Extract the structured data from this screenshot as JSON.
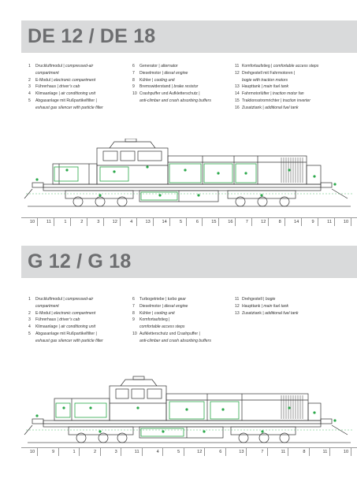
{
  "sections": [
    {
      "title": "DE 12 / DE 18",
      "legend": [
        [
          {
            "n": "1",
            "de": "Druckluftmodul | ",
            "en": "compressed-air"
          },
          {
            "n": "",
            "de": "",
            "en": "compartment"
          },
          {
            "n": "2",
            "de": "E-Modul | ",
            "en": "electronic compartment"
          },
          {
            "n": "3",
            "de": "Führerhaus | ",
            "en": "driver’s cab"
          },
          {
            "n": "4",
            "de": "Klimaanlage | ",
            "en": "air conditioning unit"
          },
          {
            "n": "5",
            "de": "Abgasanlage mit Rußpartikelfilter |",
            "en": ""
          },
          {
            "n": "",
            "de": "",
            "en": "exhaust gas silencer with particle filter"
          }
        ],
        [
          {
            "n": "6",
            "de": "Generator | ",
            "en": "alternator"
          },
          {
            "n": "7",
            "de": "Dieselmotor | ",
            "en": "diesel engine"
          },
          {
            "n": "8",
            "de": "Kühler | ",
            "en": "cooling unit"
          },
          {
            "n": "9",
            "de": "Bremswiderstand | ",
            "en": "brake resistor"
          },
          {
            "n": "10",
            "de": "Crashpuffer und Aufkletterschutz |",
            "en": ""
          },
          {
            "n": "",
            "de": "",
            "en": "anti-climber and crash absorbing buffers"
          }
        ],
        [
          {
            "n": "11",
            "de": "Komfortaufstieg | ",
            "en": "comfortable access steps"
          },
          {
            "n": "12",
            "de": "Drehgestell mit Fahrmotoren |",
            "en": ""
          },
          {
            "n": "",
            "de": "",
            "en": "bogie with traction motors"
          },
          {
            "n": "13",
            "de": "Haupttank | ",
            "en": "main fuel tank"
          },
          {
            "n": "14",
            "de": "Fahrmotorlüfter | ",
            "en": "traction motor fan"
          },
          {
            "n": "15",
            "de": "Traktionsstromrichter | ",
            "en": "traction inverter"
          },
          {
            "n": "16",
            "de": "Zusatztank | ",
            "en": "additional fuel tank"
          }
        ]
      ],
      "scale": [
        "10",
        "11",
        "1",
        "2",
        "3",
        "12",
        "4",
        "13",
        "14",
        "5",
        "6",
        "15",
        "16",
        "7",
        "12",
        "8",
        "14",
        "9",
        "11",
        "10"
      ]
    },
    {
      "title": "G 12 / G 18",
      "legend": [
        [
          {
            "n": "1",
            "de": "Druckluftmodul | ",
            "en": "compressed-air"
          },
          {
            "n": "",
            "de": "",
            "en": "compartment"
          },
          {
            "n": "2",
            "de": "E-Modul | ",
            "en": "electronic compartment"
          },
          {
            "n": "3",
            "de": "Führerhaus | ",
            "en": "driver’s cab"
          },
          {
            "n": "4",
            "de": "Klimaanlage | ",
            "en": "air conditioning unit"
          },
          {
            "n": "5",
            "de": "Abgasanlage mit Rußpartikelfilter |",
            "en": ""
          },
          {
            "n": "",
            "de": "",
            "en": "exhaust gas silencer with particle filter"
          }
        ],
        [
          {
            "n": "6",
            "de": "Turbogetriebe | ",
            "en": "turbo gear"
          },
          {
            "n": "7",
            "de": "Dieselmotor | ",
            "en": "diesel engine"
          },
          {
            "n": "8",
            "de": "Kühler | ",
            "en": "cooling unit"
          },
          {
            "n": "9",
            "de": "Komfortaufstieg |",
            "en": ""
          },
          {
            "n": "",
            "de": "",
            "en": "comfortable access steps"
          },
          {
            "n": "10",
            "de": "Aufkletterschutz und Crashpuffer |",
            "en": ""
          },
          {
            "n": "",
            "de": "",
            "en": "anti-climber and crash absorbing buffers"
          }
        ],
        [
          {
            "n": "11",
            "de": "Drehgestell | ",
            "en": "bogie"
          },
          {
            "n": "12",
            "de": "Haupttank | ",
            "en": "main fuel tank"
          },
          {
            "n": "13",
            "de": "Zusatztank | ",
            "en": "additional fuel tank"
          }
        ]
      ],
      "scale": [
        "10",
        "9",
        "1",
        "2",
        "3",
        "11",
        "4",
        "5",
        "12",
        "6",
        "13",
        "7",
        "11",
        "8",
        "11",
        "10"
      ]
    }
  ]
}
